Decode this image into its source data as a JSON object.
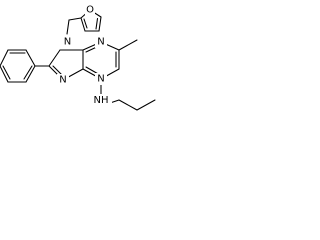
{
  "atoms": {
    "furan_oxygen": "O",
    "n9": "N",
    "n3": "N",
    "n7": "N",
    "n1": "N",
    "amine": "NH"
  },
  "colors": {
    "bond": "#000000",
    "background": "#ffffff"
  }
}
